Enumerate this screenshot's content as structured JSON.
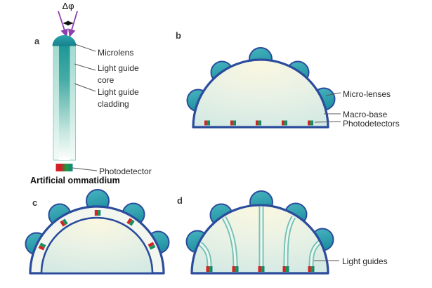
{
  "panel_a": {
    "letter": "a",
    "angle_label": "Δφ",
    "label_microlens": "Microlens",
    "label_core": "Light guide core",
    "label_cladding": "Light guide cladding",
    "label_photodetector": "Photodetector",
    "caption": "Artificial ommatidium"
  },
  "panel_b": {
    "letter": "b",
    "label_microlenses": "Micro-lenses",
    "label_macrobase": "Macro-base",
    "label_photodetectors": "Photodetectors"
  },
  "panel_c": {
    "letter": "c"
  },
  "panel_d": {
    "letter": "d",
    "label_lightguides": "Light guides"
  },
  "colors": {
    "outline_blue": "#2b4b9c",
    "lens_teal": "#2aa0ad",
    "detector_red": "#d62128",
    "detector_green": "#17a13b",
    "detector_cyan": "#17808f",
    "arrow_purple": "#8f3fae",
    "dome_top_yellow": "#f8f6df",
    "dome_bottom_teal": "#d2e9e4",
    "guide_teal": "#74c1b3"
  }
}
